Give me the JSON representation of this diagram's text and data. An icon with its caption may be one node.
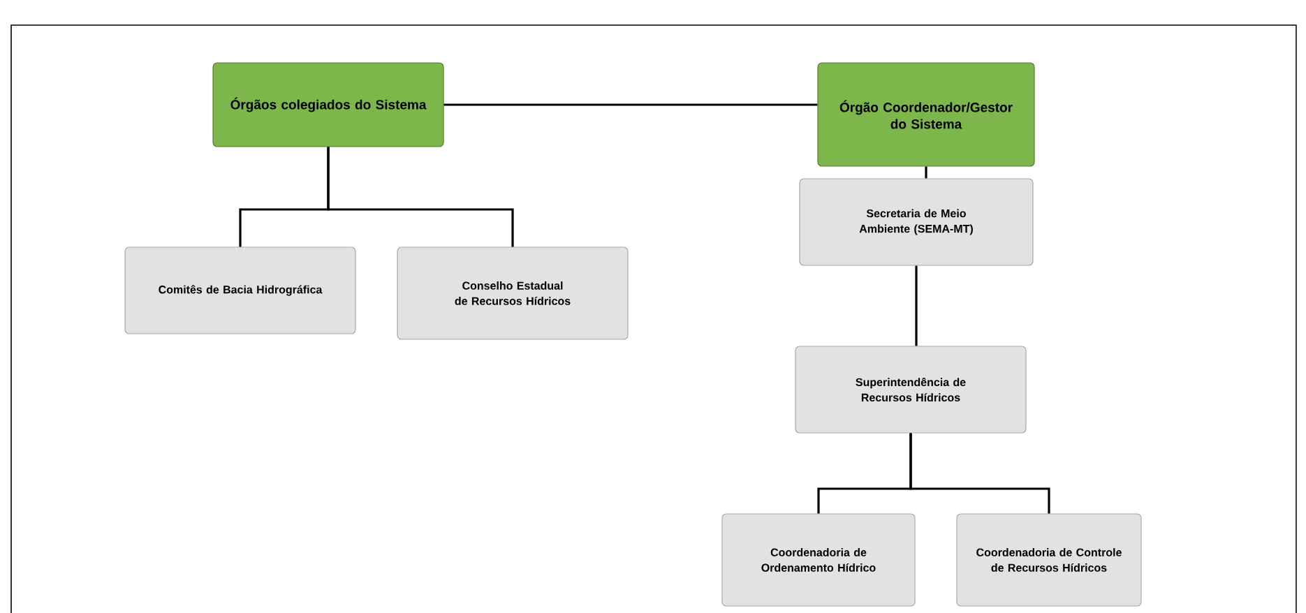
{
  "diagram": {
    "nodes": [
      {
        "text": [
          "Órgãos colegiados do Sistema"
        ]
      },
      {
        "text": [
          "Órgão Coordenador/Gestor do Sistema"
        ]
      },
      {
        "text": [
          "Comitês de Bacia Hidrográfica"
        ]
      },
      {
        "text": [
          "Conselho Estadual de Recursos Hídricos"
        ]
      },
      {
        "text": [
          "Secretaria de Meio Ambiente (SEMA-MT)"
        ]
      },
      {
        "text": [
          "Superintendência de Recursos Hídricos"
        ]
      },
      {
        "text": [
          "Coordenadoria de Ordenamento Hídrico"
        ]
      },
      {
        "text": [
          "Coordenadoria de Controle de Recursos Hídricos"
        ]
      }
    ],
    "edges": [
      {
        "from": 0,
        "to": 1,
        "arrow": "none"
      },
      {
        "from": 0,
        "to": 2,
        "arrow": "none"
      },
      {
        "from": 0,
        "to": 3,
        "arrow": "none"
      },
      {
        "from": 1,
        "to": 4,
        "arrow": "none"
      },
      {
        "from": 4,
        "to": 5,
        "arrow": "none"
      },
      {
        "from": 5,
        "to": 6,
        "arrow": "none"
      },
      {
        "from": 5,
        "to": 7,
        "arrow": "none"
      }
    ]
  }
}
